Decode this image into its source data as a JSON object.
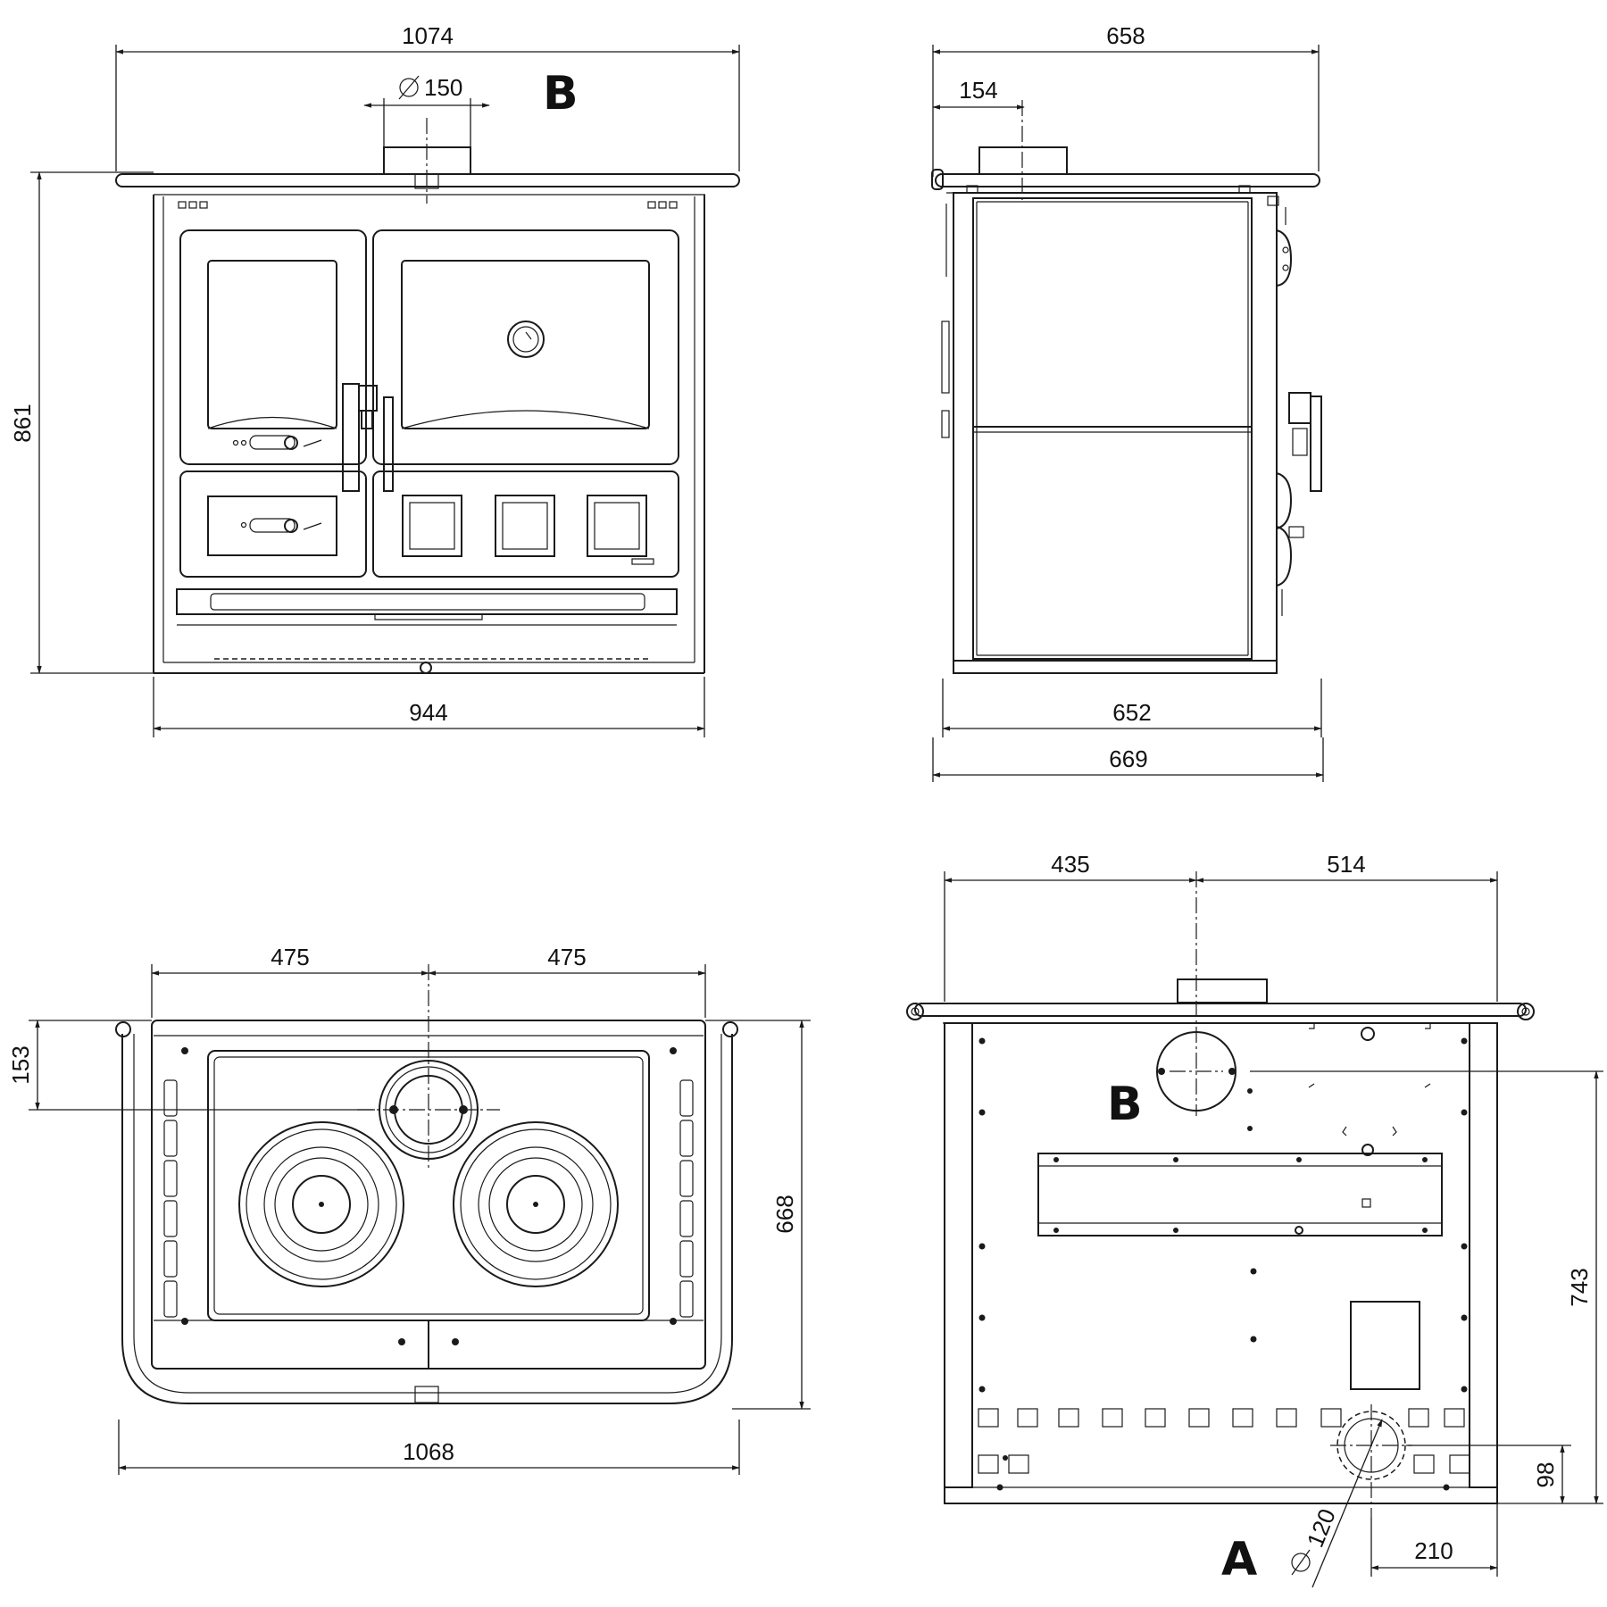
{
  "dimensions": {
    "front": {
      "overall_width": "1074",
      "flue_diameter": "150",
      "height": "861",
      "base_width": "944"
    },
    "side": {
      "overall_depth": "658",
      "flue_offset": "154",
      "body_depth": "652",
      "total_depth": "669"
    },
    "top": {
      "left_half": "475",
      "right_half": "475",
      "flue_from_front": "153",
      "depth": "668",
      "rail_width": "1068"
    },
    "back": {
      "flue_left": "435",
      "flue_right": "514",
      "flue_b_height": "743",
      "inlet_a_height": "98",
      "inlet_a_from_right": "210",
      "inlet_a_diameter": "120"
    }
  },
  "labels": {
    "outlet_b": "B",
    "outlet_b_back": "B",
    "inlet_a": "A"
  }
}
